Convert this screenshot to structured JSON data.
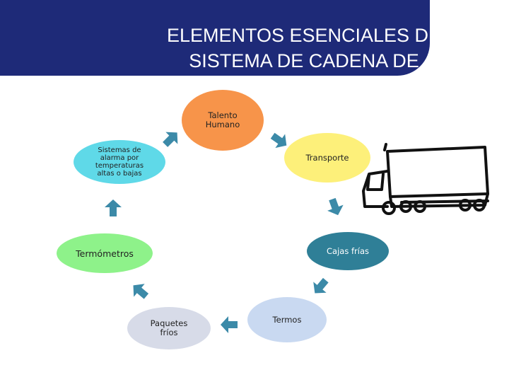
{
  "title": {
    "line1": "ELEMENTOS ESENCIALES DE",
    "line2": "SISTEMA DE CADENA DE"
  },
  "nodes": {
    "talento": "Talento\nHumano",
    "transporte": "Transporte",
    "cajas": "Cajas frías",
    "termos": "Termos",
    "paquetes": "Paquetes\nfríos",
    "termometros": "Termómetros",
    "sistemas": "Sistemas de\nalarma por\ntemperaturas\naltas o bajas"
  },
  "colors": {
    "banner": "#1e2a78",
    "talento": "#f7944a",
    "transporte": "#fdf07a",
    "cajas": "#2f7f97",
    "termos": "#c9d9f1",
    "paquetes": "#d7dbe8",
    "termometros": "#8ef28a",
    "sistemas": "#5fd9e8",
    "arrow": "#3c8aa8"
  },
  "icons": {
    "truck": "truck-icon"
  }
}
